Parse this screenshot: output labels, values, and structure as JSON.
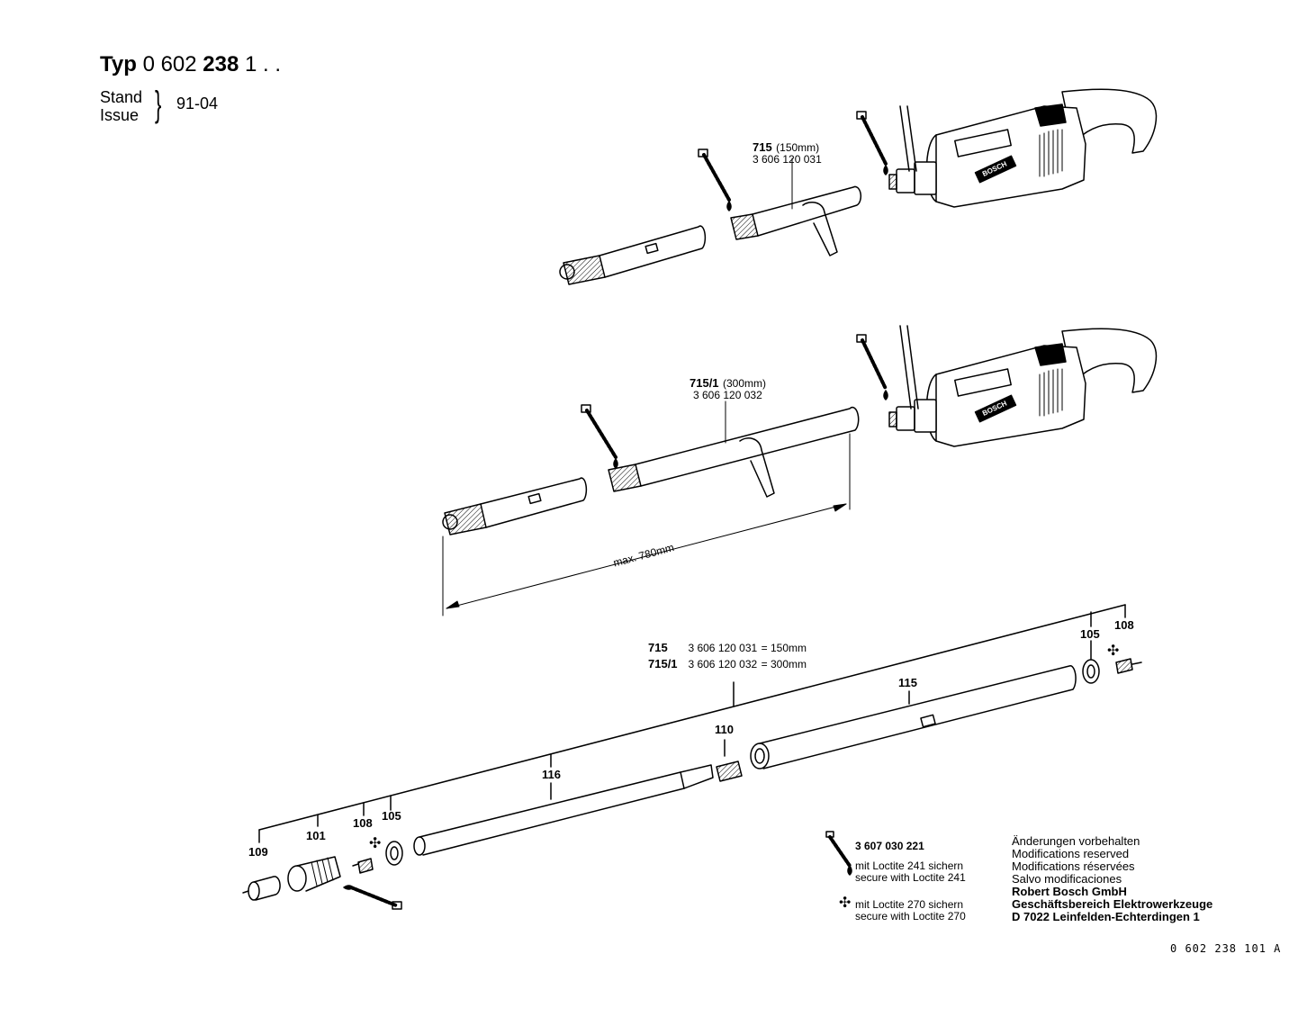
{
  "header": {
    "typ_prefix": "Typ",
    "typ_number_a": "0 602",
    "typ_number_b": "238",
    "typ_suffix": "1 . .",
    "stand_label": "Stand",
    "issue_label": "Issue",
    "issue_date": "91-04"
  },
  "top_assembly": {
    "part": "715",
    "size": "(150mm)",
    "number": "3 606 120 031"
  },
  "middle_assembly": {
    "part": "715/1",
    "size": "(300mm)",
    "number": "3 606 120 032",
    "max_length": "max. 780mm"
  },
  "exploded_view": {
    "variant_1": {
      "part": "715",
      "number": "3 606 120 031",
      "length": "= 150mm"
    },
    "variant_2": {
      "part": "715/1",
      "number": "3 606 120 032",
      "length": "= 300mm"
    },
    "callouts": {
      "p109": "109",
      "p101": "101",
      "p108_left": "108",
      "p105_left": "105",
      "p116": "116",
      "p110": "110",
      "p115": "115",
      "p105_right": "105",
      "p108_right": "108"
    }
  },
  "legend": {
    "screw_part_number": "3 607 030 221",
    "loctite_241_de": "mit Loctite 241 sichern",
    "loctite_241_en": "secure with Loctite 241",
    "loctite_270_de": "mit Loctite 270 sichern",
    "loctite_270_en": "secure with Loctite 270",
    "cross_symbol": "✣"
  },
  "notes": {
    "line1": "Änderungen vorbehalten",
    "line2": "Modifications reserved",
    "line3": "Modifications réservées",
    "line4": "Salvo modificaciones",
    "company": "Robert Bosch GmbH",
    "division": "Geschäftsbereich Elektrowerkzeuge",
    "address": "D 7022 Leinfelden-Echterdingen 1"
  },
  "footer": {
    "document_number": "0  602  238  101  A"
  },
  "drill_brand": "BOSCH"
}
